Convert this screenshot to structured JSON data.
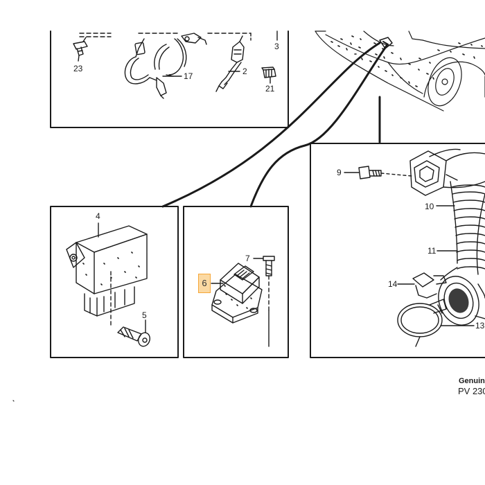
{
  "callouts": {
    "c23": "23",
    "c17": "17",
    "c2": "2",
    "c3": "3",
    "c21": "21",
    "c4": "4",
    "c5": "5",
    "c6": "6",
    "c7": "7",
    "c9": "9",
    "c10": "10",
    "c11": "11",
    "c14": "14",
    "c13": "13"
  },
  "footer": {
    "genuine": "Genuin",
    "code": "PV 230"
  },
  "colors": {
    "line": "#1a1a1a",
    "highlight_fill": "#fbd9a3",
    "highlight_border": "#f5a637"
  }
}
